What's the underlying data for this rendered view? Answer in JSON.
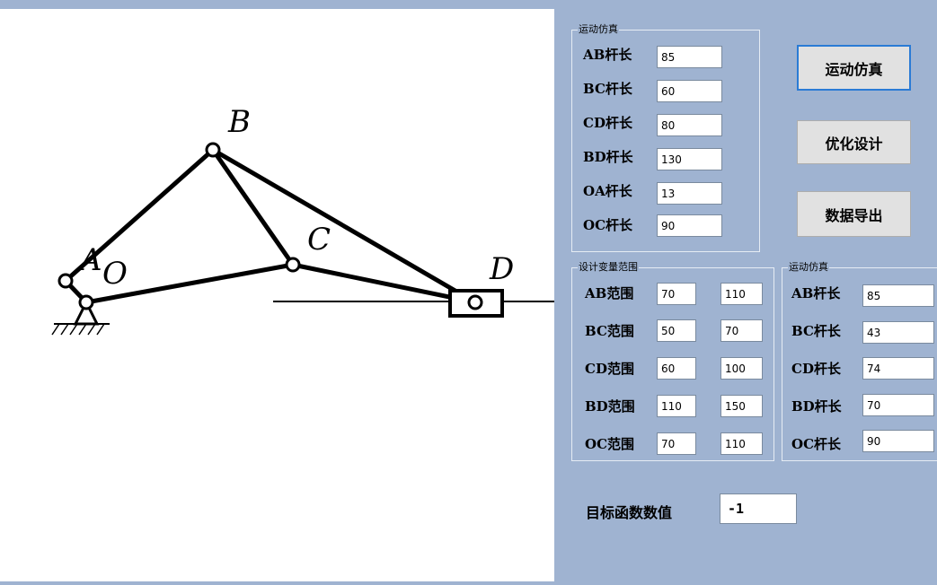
{
  "mechanism": {
    "points": {
      "A": "A",
      "B": "B",
      "C": "C",
      "D": "D",
      "O": "O"
    }
  },
  "sim_group": {
    "title": "运动仿真",
    "rows": [
      {
        "label": "AB杆长",
        "value": "85"
      },
      {
        "label": "BC杆长",
        "value": "60"
      },
      {
        "label": "CD杆长",
        "value": "80"
      },
      {
        "label": "BD杆长",
        "value": "130"
      },
      {
        "label": "OA杆长",
        "value": "13"
      },
      {
        "label": "OC杆长",
        "value": "90"
      }
    ]
  },
  "buttons": {
    "simulate": "运动仿真",
    "optimize": "优化设计",
    "export": "数据导出"
  },
  "range_group": {
    "title": "设计变量范围",
    "rows": [
      {
        "label": "AB范围",
        "min": "70",
        "max": "110"
      },
      {
        "label": "BC范围",
        "min": "50",
        "max": "70"
      },
      {
        "label": "CD范围",
        "min": "60",
        "max": "100"
      },
      {
        "label": "BD范围",
        "min": "110",
        "max": "150"
      },
      {
        "label": "OC范围",
        "min": "70",
        "max": "110"
      }
    ]
  },
  "result_group": {
    "title": "运动仿真",
    "rows": [
      {
        "label": "AB杆长",
        "value": "85"
      },
      {
        "label": "BC杆长",
        "value": "43"
      },
      {
        "label": "CD杆长",
        "value": "74"
      },
      {
        "label": "BD杆长",
        "value": "70"
      },
      {
        "label": "OC杆长",
        "value": "90"
      }
    ]
  },
  "objective": {
    "label": "目标函数数值",
    "value": "-1"
  }
}
